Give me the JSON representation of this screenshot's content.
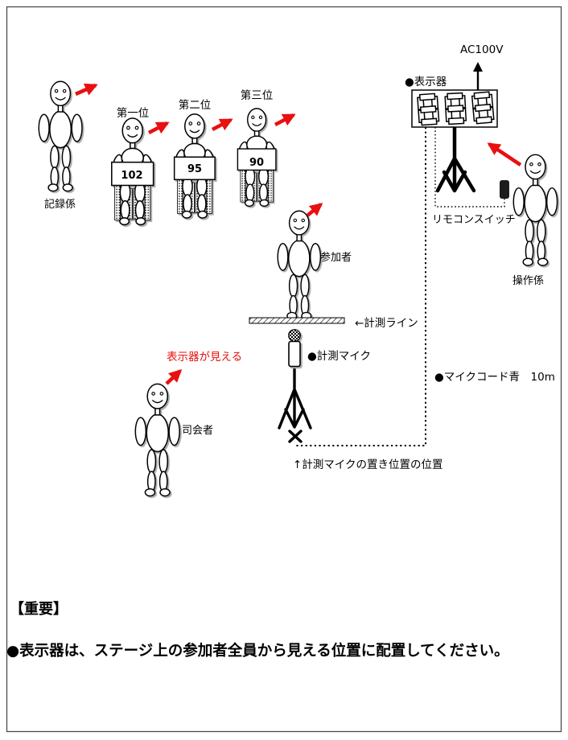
{
  "colors": {
    "arrow_red": "#e81010",
    "ink": "#000000",
    "frame": "#4a4a4a"
  },
  "labels": {
    "ac_power": "AC100V",
    "display": "●表示器",
    "remote_switch": "リモコンスイッチ",
    "operator": "操作係",
    "recorder": "記録係",
    "mc": "司会者",
    "participant": "参加者",
    "display_visible": "表示器が見える",
    "measure_line": "←計測ライン",
    "measure_mic": "●計測マイク",
    "mic_cord": "●マイクコード青　10m",
    "mic_position": "↑計測マイクの置き位置の位置"
  },
  "ranks": [
    {
      "label": "第一位",
      "score": "102"
    },
    {
      "label": "第二位",
      "score": "95"
    },
    {
      "label": "第三位",
      "score": "90"
    }
  ],
  "notes": {
    "heading": "【重要】",
    "body": "●表示器は、ステージ上の参加者全員から見える位置に配置してください。"
  }
}
